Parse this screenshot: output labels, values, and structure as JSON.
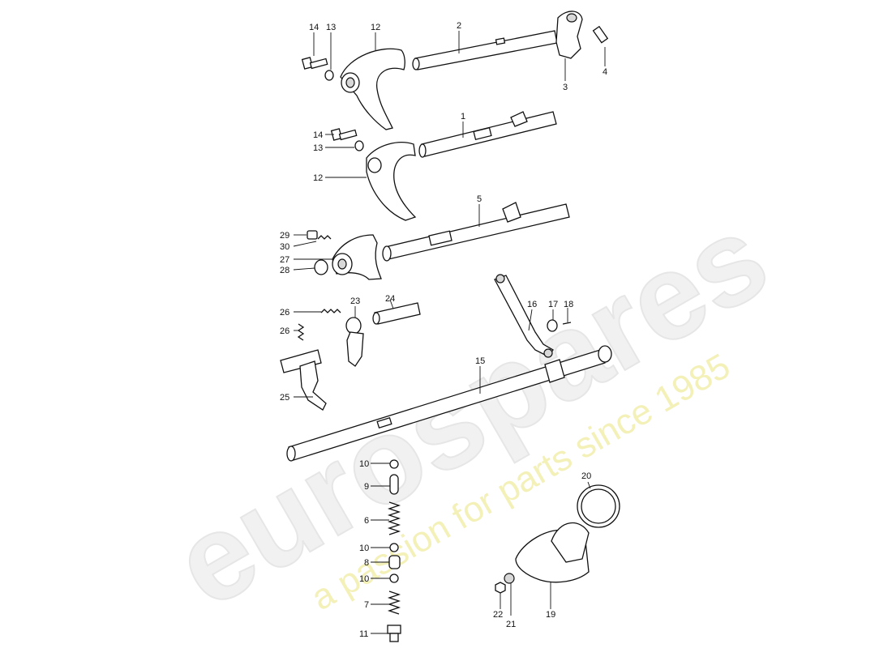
{
  "watermark": {
    "brand": "eurospares",
    "tagline": "a passion for parts since 1985",
    "brand_color": "#efefef",
    "tagline_color": "#f3f0b8"
  },
  "callouts": [
    {
      "id": "c14a",
      "label": "14"
    },
    {
      "id": "c13a",
      "label": "13"
    },
    {
      "id": "c12a",
      "label": "12"
    },
    {
      "id": "c2",
      "label": "2"
    },
    {
      "id": "c3",
      "label": "3"
    },
    {
      "id": "c4",
      "label": "4"
    },
    {
      "id": "c1",
      "label": "1"
    },
    {
      "id": "c14b",
      "label": "14"
    },
    {
      "id": "c13b",
      "label": "13"
    },
    {
      "id": "c12b",
      "label": "12"
    },
    {
      "id": "c5",
      "label": "5"
    },
    {
      "id": "c29",
      "label": "29"
    },
    {
      "id": "c30",
      "label": "30"
    },
    {
      "id": "c27",
      "label": "27"
    },
    {
      "id": "c28",
      "label": "28"
    },
    {
      "id": "c26a",
      "label": "26"
    },
    {
      "id": "c23",
      "label": "23"
    },
    {
      "id": "c24",
      "label": "24"
    },
    {
      "id": "c26b",
      "label": "26"
    },
    {
      "id": "c16",
      "label": "16"
    },
    {
      "id": "c17",
      "label": "17"
    },
    {
      "id": "c18",
      "label": "18"
    },
    {
      "id": "c15",
      "label": "15"
    },
    {
      "id": "c25",
      "label": "25"
    },
    {
      "id": "c10a",
      "label": "10"
    },
    {
      "id": "c9",
      "label": "9"
    },
    {
      "id": "c6",
      "label": "6"
    },
    {
      "id": "c10b",
      "label": "10"
    },
    {
      "id": "c8",
      "label": "8"
    },
    {
      "id": "c10c",
      "label": "10"
    },
    {
      "id": "c7",
      "label": "7"
    },
    {
      "id": "c11",
      "label": "11"
    },
    {
      "id": "c20",
      "label": "20"
    },
    {
      "id": "c22",
      "label": "22"
    },
    {
      "id": "c21",
      "label": "21"
    },
    {
      "id": "c19",
      "label": "19"
    }
  ]
}
